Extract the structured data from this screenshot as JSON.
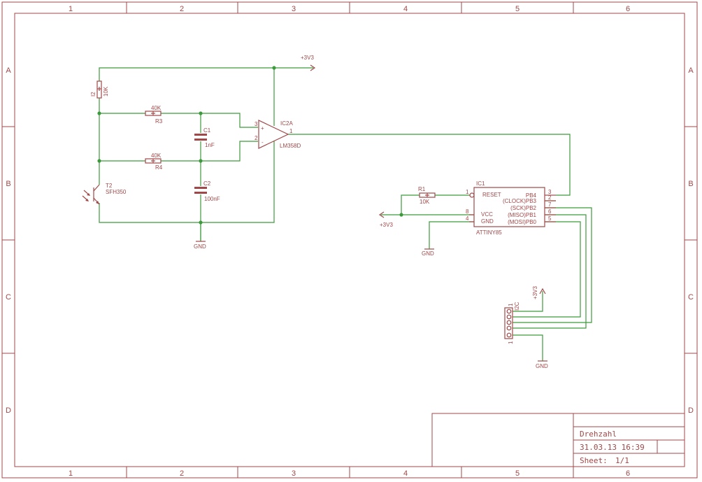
{
  "sheet": {
    "columns": [
      "1",
      "2",
      "3",
      "4",
      "5",
      "6"
    ],
    "rows": [
      "A",
      "B",
      "C",
      "D"
    ]
  },
  "title_block": {
    "title": "Drehzahl",
    "date": "31.03.13 16:39",
    "sheet_label": "Sheet:",
    "sheet_value": "1/1"
  },
  "components": {
    "i2": {
      "ref": "I2",
      "value": "10K"
    },
    "r3": {
      "ref": "R3",
      "value": "40K"
    },
    "r4": {
      "ref": "R4",
      "value": "40K"
    },
    "c1": {
      "ref": "C1",
      "value": "1nF"
    },
    "c2": {
      "ref": "C2",
      "value": "100nF"
    },
    "t2": {
      "ref": "T2",
      "value": "SFH350"
    },
    "ic2a": {
      "ref": "IC2A",
      "value": "LM358D",
      "pin_plus": "+",
      "pin_minus": "-",
      "pin_out": "1",
      "pin_in_plus": "3",
      "pin_in_minus": "2"
    },
    "r1": {
      "ref": "R1",
      "value": "10K"
    },
    "ic1": {
      "ref": "IC1",
      "value": "ATTINY85",
      "left_pins": [
        {
          "num": "1",
          "name": "RESET"
        },
        {
          "num": "8",
          "name": "VCC"
        },
        {
          "num": "4",
          "name": "GND"
        }
      ],
      "right_pins": [
        {
          "num": "3",
          "name": "PB4"
        },
        {
          "num": "2",
          "name": "(CLOCK)PB3"
        },
        {
          "num": "7",
          "name": "(SCK)PB2"
        },
        {
          "num": "6",
          "name": "(MISO)PB1"
        },
        {
          "num": "5",
          "name": "(MOSI)PB0"
        }
      ]
    },
    "conn": {
      "ref": "I2C",
      "pin_first": "1",
      "pin_last": "1"
    }
  },
  "supplies": {
    "vcc_top": "+3V3",
    "vcc_left": "+3V3",
    "vcc_conn": "+3V3",
    "gnd_1": "GND",
    "gnd_2": "GND",
    "gnd_3": "GND"
  },
  "colors": {
    "frame": "#a04848",
    "wire": "#3c9a3c"
  }
}
